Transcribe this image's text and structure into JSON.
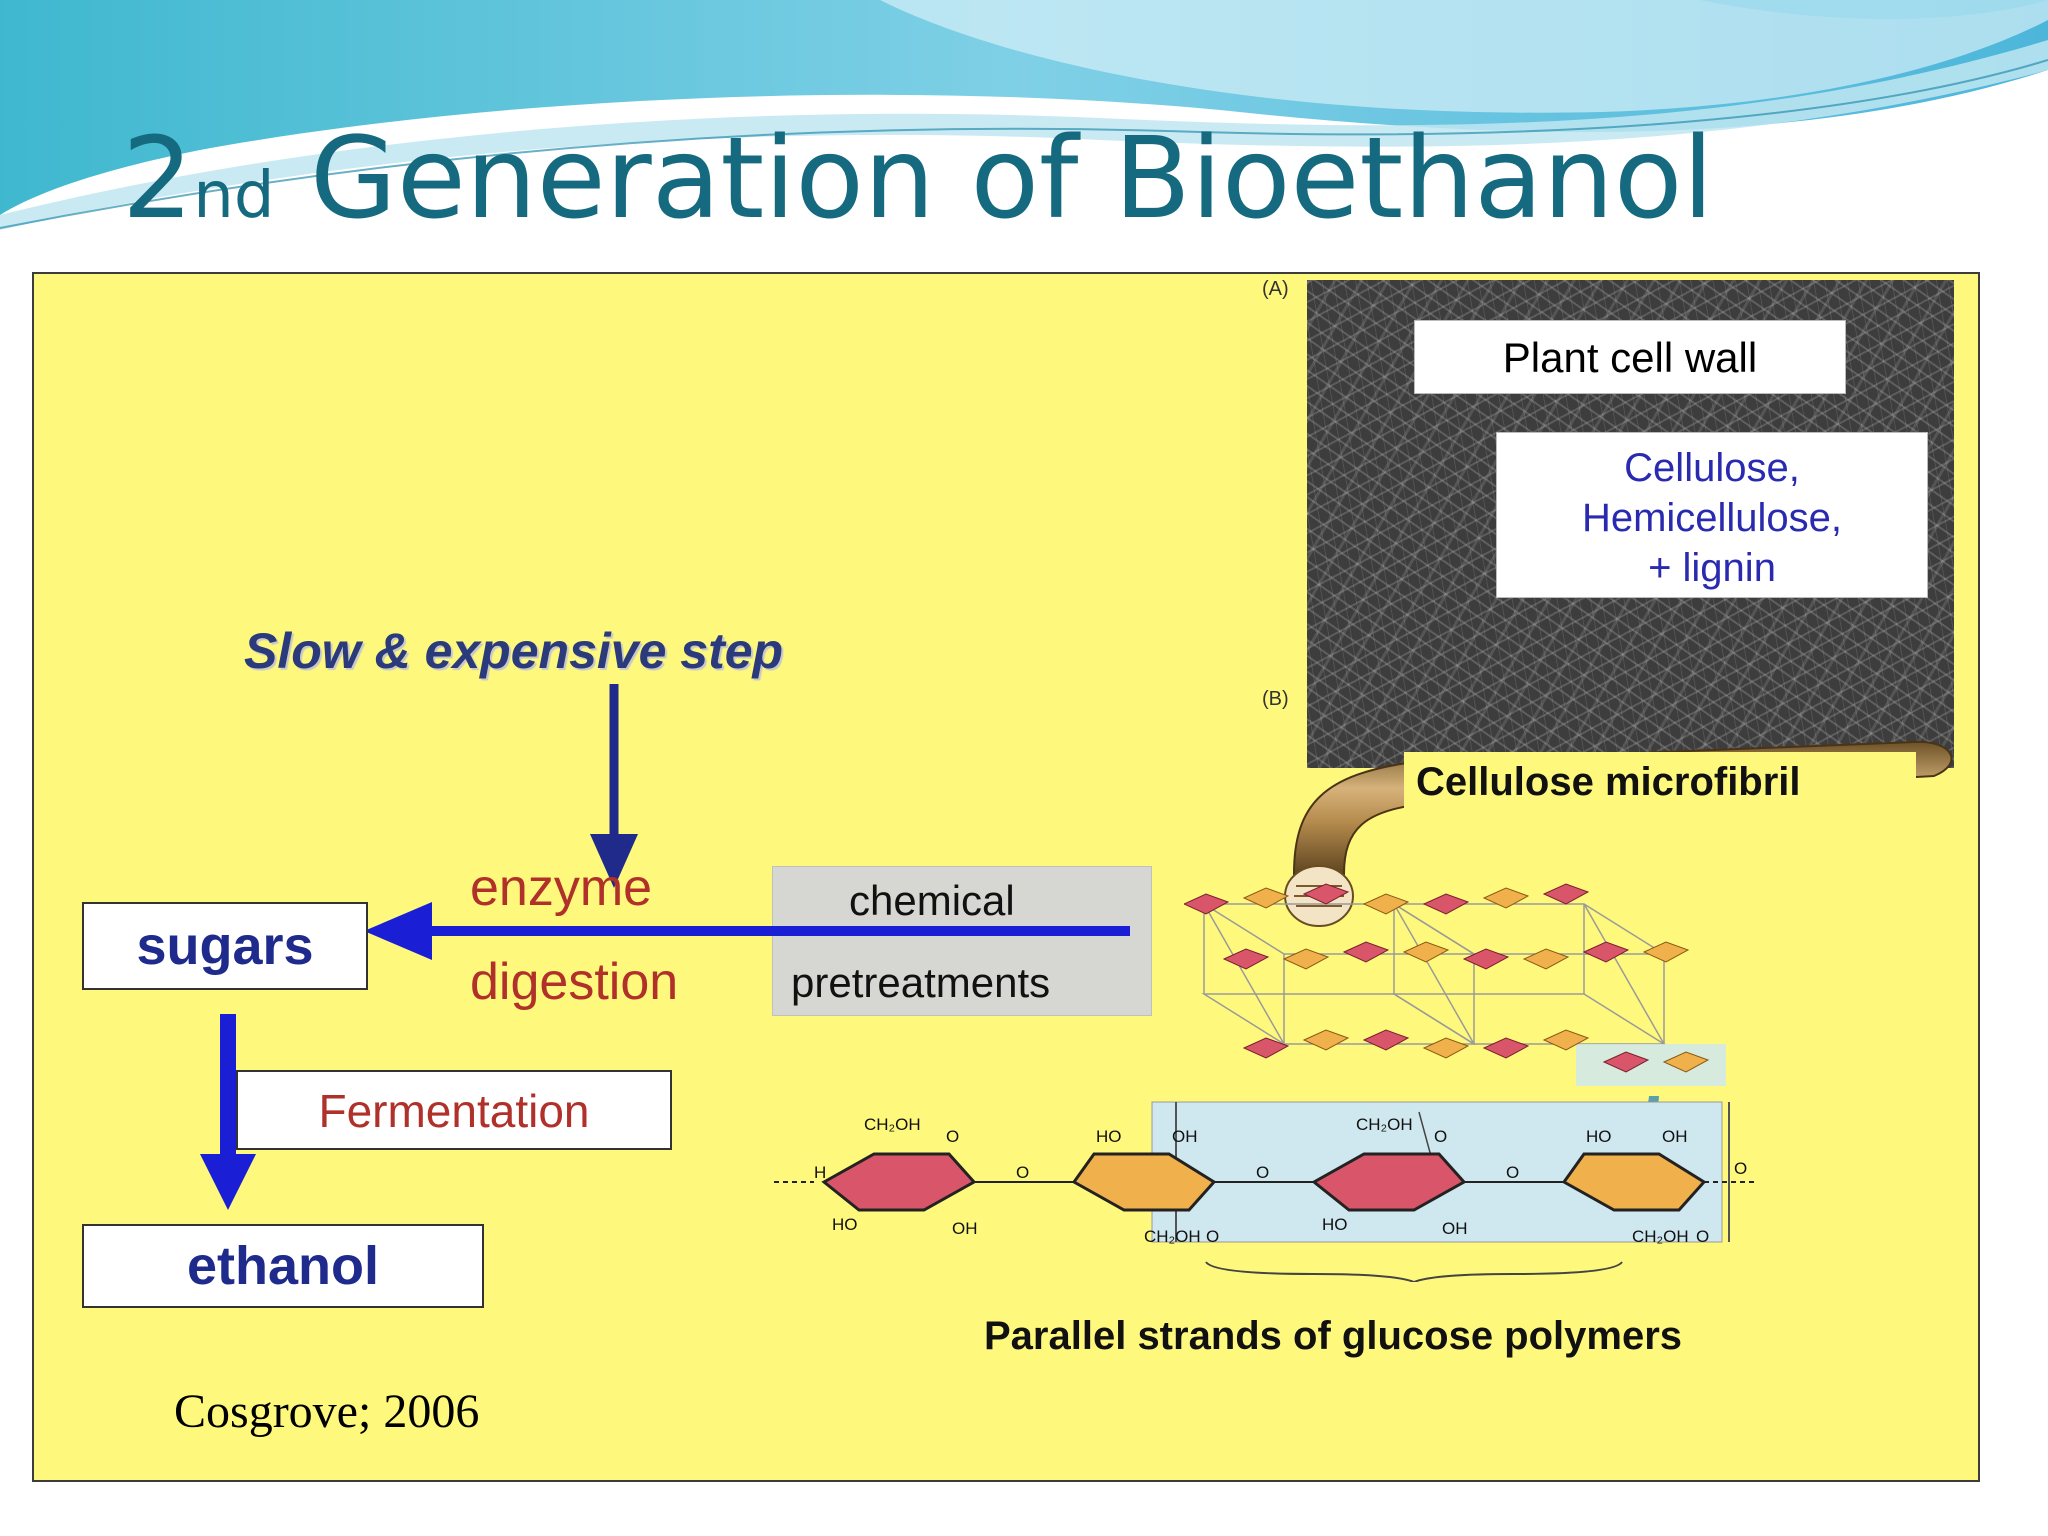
{
  "slide": {
    "title_prefix": "2",
    "title_superscript": "nd",
    "title_rest": " Generation of Bioethanol"
  },
  "diagram": {
    "slow_step": "Slow & expensive step",
    "enzyme": "enzyme",
    "digestion": "digestion",
    "chemical": "chemical",
    "pretreatments": "pretreatments",
    "sugars": "sugars",
    "fermentation": "Fermentation",
    "ethanol": "ethanol",
    "panel_a": "(A)",
    "panel_b": "(B)",
    "plant_cell_wall": "Plant cell wall",
    "cellulose": "Cellulose,",
    "hemicellulose": "Hemicellulose,",
    "lignin": "+ lignin",
    "microfibril": "Cellulose microfibril",
    "parallel_strands": "Parallel strands of glucose polymers",
    "glucose_labels": {
      "ch2oh": "CH₂OH",
      "oh": "OH",
      "ho": "HO",
      "h": "H",
      "o": "O"
    },
    "colors": {
      "red_ring": "#d9566a",
      "orange_ring": "#f0b04c",
      "panel_bg": "#fef97c",
      "arrow_blue": "#1a1fd6",
      "title_teal": "#166a7f"
    }
  },
  "citation": "Cosgrove; 2006"
}
